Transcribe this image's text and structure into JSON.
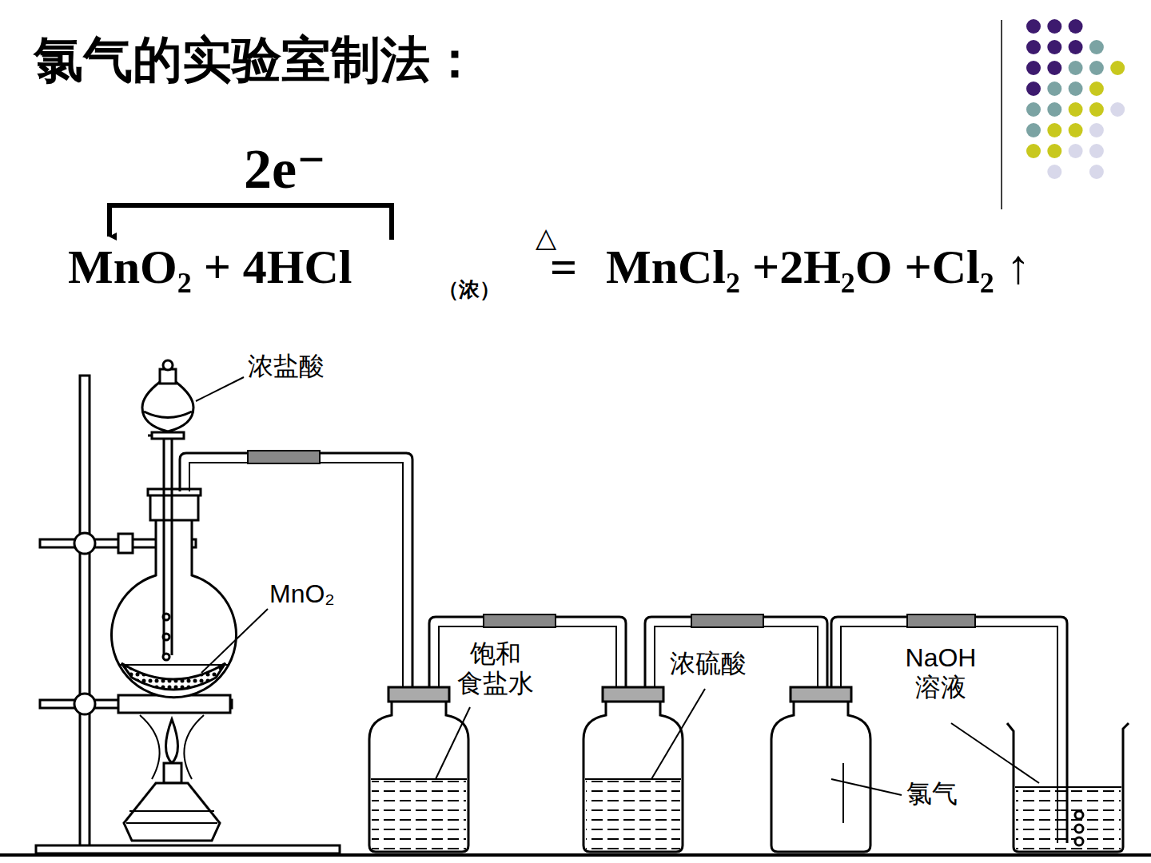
{
  "diagram": {
    "title": "氯气的实验室制法：",
    "labels": [
      "2e⁻",
      "MnO₂ + 4HCl",
      "（浓）",
      "△",
      "=",
      "MnCl₂ +2H₂O +Cl₂ ↑",
      "浓盐酸",
      "MnO₂",
      "饱和 食盐水",
      "浓硫酸",
      "NaOH 溶液",
      "氯气"
    ]
  }
}
